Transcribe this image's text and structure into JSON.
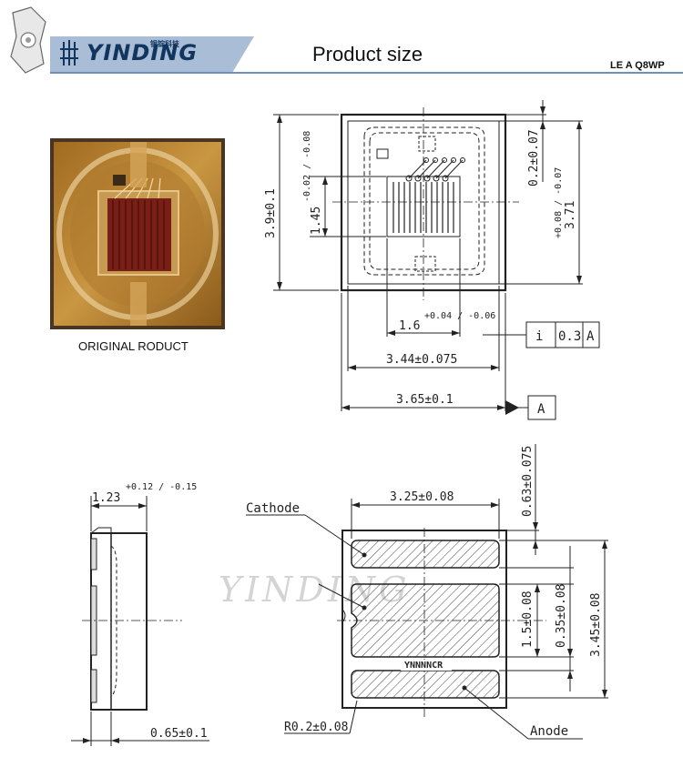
{
  "header": {
    "logo_text": "YINDING",
    "logo_cn": "银锭科技",
    "title": "Product size",
    "model": "LE A Q8WP"
  },
  "photo": {
    "caption": "ORIGINAL RODUCT"
  },
  "top_view": {
    "height_dim": "3.9±0.1",
    "d_145_main": "1.45",
    "d_145_tol": "-0.02 / -0.08",
    "d_02": "0.2±0.07",
    "d_371_main": "3.71",
    "d_371_tol": "+0.08 / -0.07",
    "d_16_main": "1.6",
    "d_16_tol": "+0.04 / -0.06",
    "d_344": "3.44±0.075",
    "d_365": "3.65±0.1",
    "gdt_symbol": "i",
    "gdt_value": "0.3",
    "gdt_ref": "A",
    "datum": "A"
  },
  "side_view": {
    "d_123_main": "1.23",
    "d_123_tol": "+0.12 / -0.15",
    "d_065": "0.65±0.1"
  },
  "bottom_view": {
    "cathode": "Cathode",
    "anode": "Anode",
    "marking": "YNNNNCR",
    "d_325": "3.25±0.08",
    "d_063": "0.63±0.075",
    "d_035": "0.35±0.08",
    "d_15": "1.5±0.08",
    "d_345": "3.45±0.08",
    "d_r02": "R0.2±0.08"
  },
  "watermark": "YINDING",
  "colors": {
    "header_band": "#a9bed6",
    "logo_blue": "#12355f",
    "photo_copper": "#b8832e",
    "photo_die": "#7a1f16"
  }
}
